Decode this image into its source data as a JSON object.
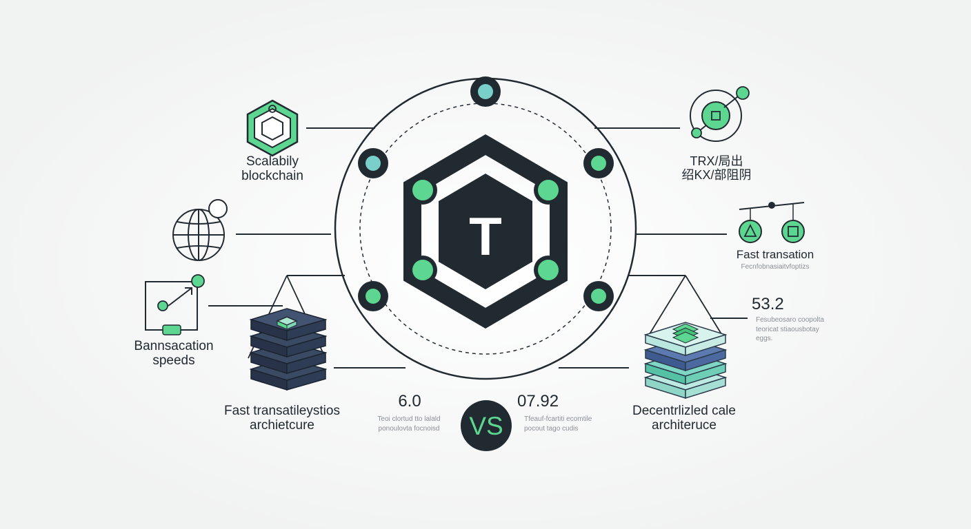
{
  "center": {
    "logo_letter": "T",
    "vs_label": "VS"
  },
  "left": {
    "top_label": [
      "Scalabily",
      "blockchain"
    ],
    "bottom_left_label": [
      "Bannsacation",
      "speeds"
    ],
    "stack_label": [
      "Fast transatileystios",
      "archietcure"
    ],
    "stat_value": "6.0",
    "stat_caption": [
      "Teoi clortud tto lalald",
      "ponoulovta focnoisd"
    ]
  },
  "right": {
    "top_label": [
      "TRX/局出",
      "绍KX/部阻阴"
    ],
    "scale_label": "Fast transation",
    "scale_caption": "Fecnfobnasiaitvfoptizs",
    "side_value": "53.2",
    "side_caption": [
      "Fesubeosaro coopolta",
      "teoricat stiaousbotay",
      "eggs."
    ],
    "stack_label": [
      "Decentrlizled cale",
      "architeruce"
    ],
    "stat_value": "07.92",
    "stat_caption": [
      "Tfeauf-fcartiti ecomtile",
      "pocout tago cudis"
    ]
  },
  "colors": {
    "dark": "#222a31",
    "accent_green": "#5cd690",
    "accent_teal": "#79d0cb",
    "navy": "#3a4a63"
  }
}
